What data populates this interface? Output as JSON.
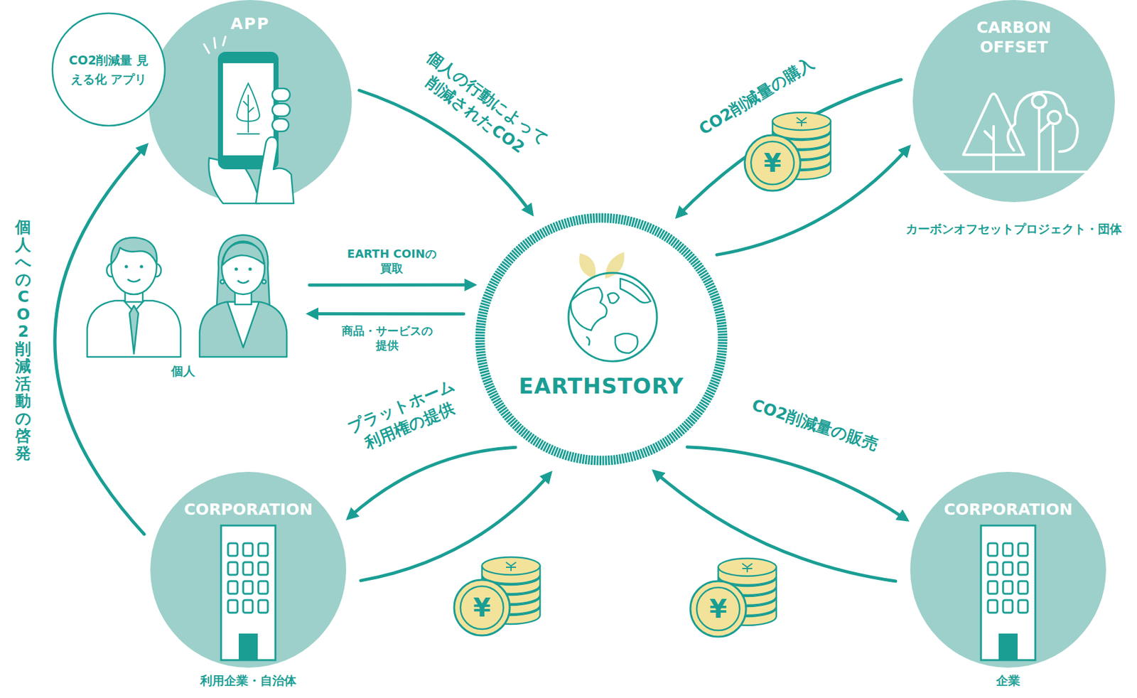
{
  "diagram": {
    "nodes": [
      {
        "text": [
          "APP"
        ]
      },
      {
        "text": [
          "CO2削減量 見える化 アプリ"
        ]
      },
      {
        "text": [
          "個人"
        ]
      },
      {
        "text": [
          "EARTHSTORY"
        ]
      },
      {
        "text": [
          "CARBON OFFSET",
          "カーボンオフセットプロジェクト・団体"
        ]
      },
      {
        "text": [
          "CORPORATION",
          "利用企業・自治体"
        ]
      },
      {
        "text": [
          "CORPORATION",
          "企業"
        ]
      }
    ],
    "edges": [
      {
        "from": 0,
        "to": 3,
        "label": "個人の行動によって 削減されたCO2",
        "arrow": "to"
      },
      {
        "from": 2,
        "to": 3,
        "label": "EARTH COINの 買取",
        "arrow": "to"
      },
      {
        "from": 3,
        "to": 2,
        "label": "商品・サービスの 提供",
        "arrow": "to"
      },
      {
        "from": 4,
        "to": 3,
        "label": "CO2削減量の購入",
        "arrow": "to"
      },
      {
        "from": 3,
        "to": 4,
        "arrow": "to"
      },
      {
        "from": 3,
        "to": 5,
        "label": "プラットホーム 利用権の提供",
        "arrow": "to"
      },
      {
        "from": 5,
        "to": 3,
        "arrow": "to"
      },
      {
        "from": 3,
        "to": 6,
        "label": "CO2削減量の販売",
        "arrow": "to"
      },
      {
        "from": 6,
        "to": 3,
        "arrow": "to"
      },
      {
        "from": 5,
        "to": 0,
        "label": "個人へのCO2削減活動の啓発",
        "arrow": "to"
      }
    ],
    "labels": [
      "¥",
      "¥",
      "¥"
    ]
  }
}
